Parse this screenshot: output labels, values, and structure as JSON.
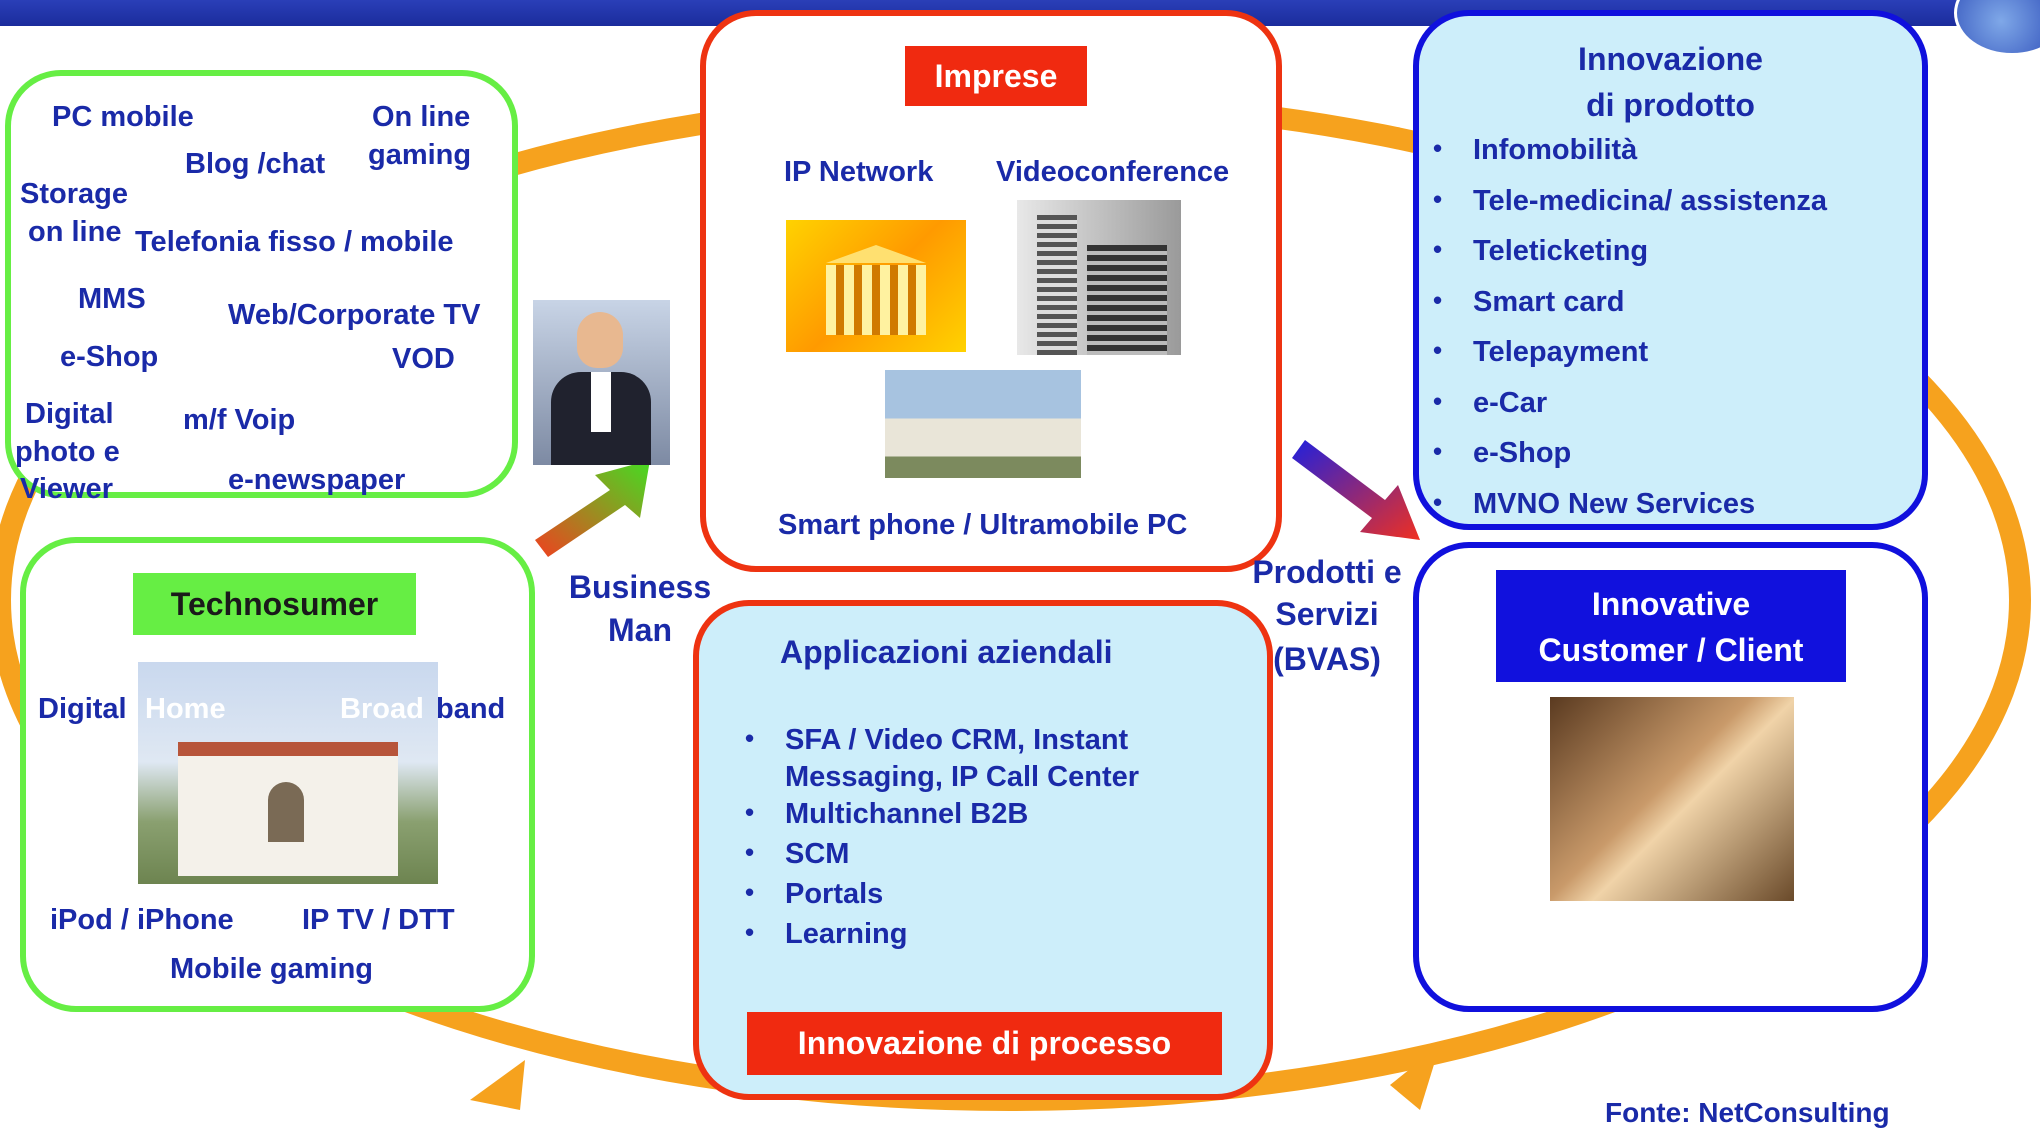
{
  "technosumer_services": {
    "pc_mobile": "PC mobile",
    "on_line": "On line",
    "gaming": "gaming",
    "blog_chat": "Blog /chat",
    "storage": "Storage",
    "on_line_2": "on line",
    "telefonia": "Telefonia fisso / mobile",
    "mms": "MMS",
    "web_tv": "Web/Corporate TV",
    "eshop": "e-Shop",
    "vod": "VOD",
    "digital": "Digital",
    "mf_voip": "m/f Voip",
    "photo_e": "photo e",
    "viewer": "Viewer",
    "enewspaper": "e-newspaper"
  },
  "technosumer": {
    "title": "Technosumer",
    "digital": "Digital",
    "home": "Home",
    "broad": "Broad",
    "band": "band",
    "ipod": "iPod / iPhone",
    "iptv": "IP TV / DTT",
    "mobile_gaming": "Mobile gaming"
  },
  "business_man": {
    "line1": "Business",
    "line2": "Man"
  },
  "imprese": {
    "title": "Imprese",
    "ip_network": "IP Network",
    "videoconference": "Videoconference",
    "smart_phone": "Smart phone / Ultramobile PC"
  },
  "applicazioni": {
    "title": "Applicazioni aziendali",
    "items": [
      "SFA / Video CRM, Instant",
      "Messaging, IP Call Center",
      "Multichannel B2B",
      "SCM",
      "Portals",
      "Learning"
    ],
    "processo": "Innovazione di processo"
  },
  "prodotti": {
    "line1": "Prodotti e",
    "line2": "Servizi",
    "line3": "(BVAS)"
  },
  "innovazione_prodotto": {
    "title_line1": "Innovazione",
    "title_line2": "di prodotto",
    "items": [
      "Infomobilità",
      "Tele-medicina/ assistenza",
      "Teleticketing",
      "Smart card",
      "Telepayment",
      "e-Car",
      "e-Shop",
      "MVNO New Services"
    ]
  },
  "innovative_customer": {
    "line1": "Innovative",
    "line2": "Customer / Client"
  },
  "source": "Fonte: NetConsulting",
  "colors": {
    "green": "#66ee44",
    "red": "#f02a10",
    "blue": "#1111dd",
    "orange": "#f6a21e",
    "text": "#1a2aa8"
  }
}
